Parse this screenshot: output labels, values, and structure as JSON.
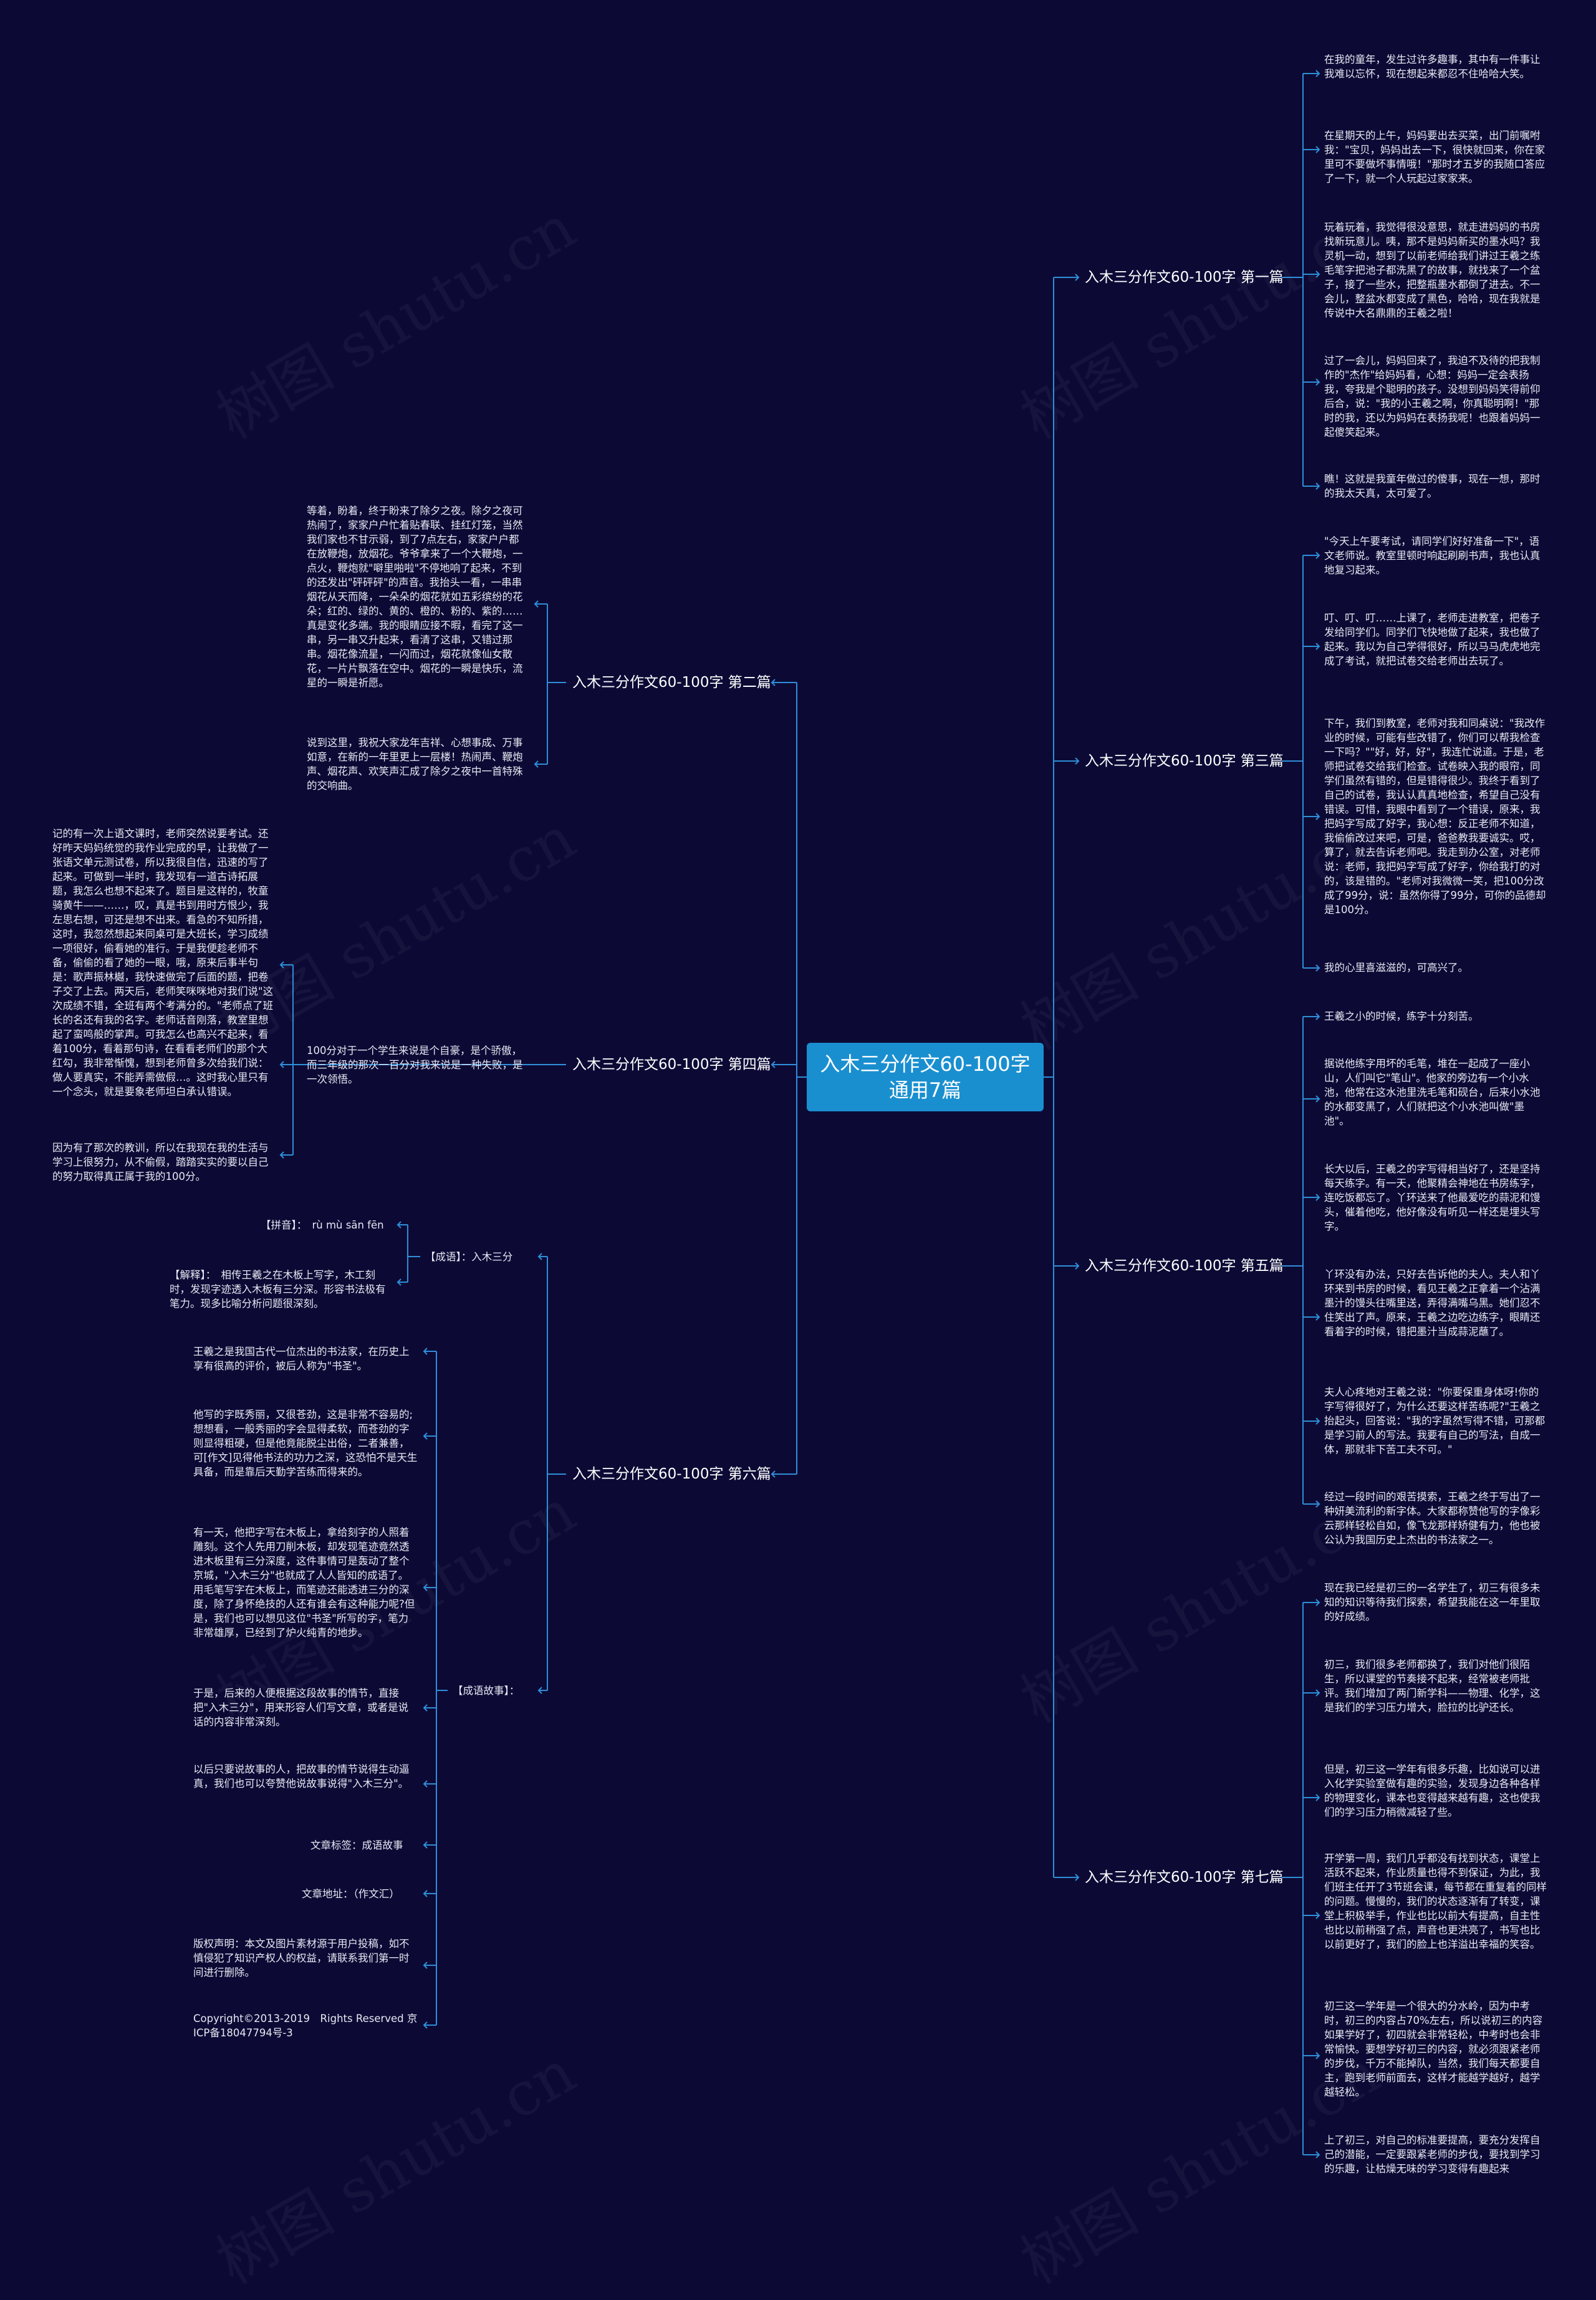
{
  "root": {
    "title": "入木三分作文60-100字通用7篇"
  },
  "branches": [
    {
      "label": "入木三分作文60-100字 第一篇",
      "leaves": [
        "在我的童年，发生过许多趣事，其中有一件事让我难以忘怀，现在想起来都忍不住哈哈大笑。",
        "在星期天的上午，妈妈要出去买菜，出门前嘱咐我：\"宝贝，妈妈出去一下，很快就回来，你在家里可不要做坏事情哦！\"那时才五岁的我随口答应了一下，就一个人玩起过家家来。",
        "玩着玩着，我觉得很没意思，就走进妈妈的书房找新玩意儿。咦，那不是妈妈新买的墨水吗？我灵机一动，想到了以前老师给我们讲过王羲之练毛笔字把池子都洗黑了的故事，就找来了一个盆子，接了一些水，把整瓶墨水都倒了进去。不一会儿，整盆水都变成了黑色，哈哈，现在我就是传说中大名鼎鼎的王羲之啦！",
        "过了一会儿，妈妈回来了，我迫不及待的把我制作的\"杰作\"给妈妈看，心想：妈妈一定会表扬我，夸我是个聪明的孩子。没想到妈妈笑得前仰后合，说：\"我的小王羲之啊，你真聪明啊！\"那时的我，还以为妈妈在表扬我呢！也跟着妈妈一起傻笑起来。",
        "瞧！这就是我童年做过的傻事，现在一想，那时的我太天真，太可爱了。"
      ]
    },
    {
      "label": "入木三分作文60-100字 第二篇",
      "leaves": [
        "等着，盼着，终于盼来了除夕之夜。除夕之夜可热闹了，家家户户忙着贴春联、挂红灯笼，当然我们家也不甘示弱，到了7点左右，家家户户都在放鞭炮，放烟花。爷爷拿来了一个大鞭炮，一点火，鞭炮就\"噼里啪啦\"不停地响了起来，不到的还发出\"砰砰砰\"的声音。我抬头一看，一串串烟花从天而降，一朵朵的烟花就如五彩缤纷的花朵；红的、绿的、黄的、橙的、粉的、紫的……真是变化多端。我的眼睛应接不暇，看完了这一串，另一串又升起来，看清了这串，又错过那串。烟花像流星，一闪而过，烟花就像仙女散花，一片片飘落在空中。烟花的一瞬是快乐，流星的一瞬是祈愿。",
        "说到这里，我祝大家龙年吉祥、心想事成、万事如意，在新的一年里更上一层楼！热闹声、鞭炮声、烟花声、欢笑声汇成了除夕之夜中一首特殊的交响曲。"
      ]
    },
    {
      "label": "入木三分作文60-100字 第三篇",
      "leaves": [
        "\"今天上午要考试，请同学们好好准备一下\"，语文老师说。教室里顿时响起刷刷书声，我也认真地复习起来。",
        "叮、叮、叮……上课了，老师走进教室，把卷子发给同学们。同学们飞快地做了起来，我也做了起来。我以为自己学得很好，所以马马虎虎地完成了考试，就把试卷交给老师出去玩了。",
        "下午，我们到教室，老师对我和同桌说：\"我改作业的时候，可能有些改错了，你们可以帮我检查一下吗？\"\"好，好，好\"，我连忙说道。于是，老师把试卷交给我们检查。试卷映入我的眼帘，同学们虽然有错的，但是错得很少。我终于看到了自己的试卷，我认认真真地检查，希望自己没有错误。可惜，我眼中看到了一个错误，原来，我把妈字写成了好字，我心想：反正老师不知道，我偷偷改过来吧，可是，爸爸教我要诚实。哎，算了，就去告诉老师吧。我走到办公室，对老师说：老师，我把妈字写成了好字，你给我打的对的，该是错的。\"老师对我微微一笑，把100分改成了99分，说：虽然你得了99分，可你的品德却是100分。",
        "我的心里喜滋滋的，可高兴了。"
      ]
    },
    {
      "label": "入木三分作文60-100字 第四篇",
      "leaves": [
        "记的有一次上语文课时，老师突然说要考试。还好昨天妈妈统觉的我作业完成的早，让我做了一张语文单元测试卷，所以我很自信，迅速的写了起来。可做到一半时，我发现有一道古诗拓展题，我怎么也想不起来了。题目是这样的，牧童骑黄牛——……，叹，真是书到用时方恨少，我左思右想，可还是想不出来。看急的不知所措，这时，我忽然想起来同桌可是大班长，学习成绩一项很好，偷看她的准行。于是我便趁老师不备，偷偷的看了她的一眼，哦，原来后事半句是：歌声振林樾，我快速做完了后面的题，把卷子交了上去。两天后，老师笑咪咪地对我们说\"这次成绩不错，全班有两个考满分的。\"老师点了班长的名还有我的名字。老师话音刚落，教室里想起了蛮鸣般的掌声。可我怎么也高兴不起来，看着100分，看着那句诗，在看看老师们的那个大红勾，我非常惭愧，想到老师曾多次给我们说：做人要真实，不能弄需做假…。这时我心里只有一个念头，就是要象老师坦白承认错误。",
        "100分对于一个学生来说是个自豪，是个骄傲，而三年级的那次一百分对我来说是一种失败，是一次领悟。",
        "因为有了那次的教训，所以在我现在我的生活与学习上很努力，从不偷假，踏踏实实的要以自己的努力取得真正属于我的100分。"
      ]
    },
    {
      "label": "入木三分作文60-100字 第五篇",
      "leaves": [
        "王羲之小的时候，练字十分刻苦。",
        "据说他练字用坏的毛笔，堆在一起成了一座小山，人们叫它\"笔山\"。他家的旁边有一个小水池，他常在这水池里洗毛笔和砚台，后来小水池的水都变黑了，人们就把这个小水池叫做\"墨池\"。",
        "长大以后，王羲之的字写得相当好了，还是坚持每天练字。有一天，他聚精会神地在书房练字，连吃饭都忘了。丫环送来了他最爱吃的蒜泥和馒头，催着他吃，他好像没有听见一样还是埋头写字。",
        "丫环没有办法，只好去告诉他的夫人。夫人和丫环来到书房的时候，看见王羲之正拿着一个沾满墨汁的馒头往嘴里送，弄得满嘴乌黑。她们忍不住笑出了声。原来，王羲之边吃边练字，眼睛还看着字的时候，错把墨汁当成蒜泥蘸了。",
        "夫人心疼地对王羲之说：\"你要保重身体呀!你的字写得很好了，为什么还要这样苦练呢?\"王羲之抬起头，回答说：\"我的字虽然写得不错，可那都是学习前人的写法。我要有自己的写法，自成一体，那就非下苦工夫不可。\"",
        "经过一段时间的艰苦摸索，王羲之终于写出了一种妍美流利的新字体。大家都称赞他写的字像彩云那样轻松自如，像飞龙那样矫健有力，他也被公认为我国历史上杰出的书法家之一。"
      ]
    },
    {
      "label": "入木三分作文60-100字 第六篇",
      "groups": [
        {
          "label": "【成语】：入木三分",
          "items": [
            "【拼音】：　rù mù sān fēn",
            "【解释】：　相传王羲之在木板上写字，木工刻时，发现字迹透入木板有三分深。形容书法极有笔力。现多比喻分析问题很深刻。"
          ]
        },
        {
          "label": "【成语故事】：",
          "items": [
            "王羲之是我国古代一位杰出的书法家，在历史上享有很高的评价，被后人称为\"书圣\"。",
            "他写的字既秀丽，又很苍劲，这是非常不容易的;想想看，一般秀丽的字会显得柔软，而苍劲的字则显得粗硬，但是他竟能脱尘出俗，二者兼善，可[作文]见得他书法的功力之深，这恐怕不是天生具备，而是靠后天勤学苦练而得来的。",
            "有一天，他把字写在木板上，拿给刻字的人照着雕刻。这个人先用刀削木板，却发现笔迹竟然透进木板里有三分深度，这件事情可是轰动了整个京城，\"入木三分\"也就成了人人皆知的成语了。用毛笔写字在木板上，而笔迹还能透进三分的深度，除了身怀绝技的人还有谁会有这种能力呢?但是，我们也可以想见这位\"书圣\"所写的字，笔力非常雄厚，已经到了炉火纯青的地步。",
            "于是，后来的人便根据这段故事的情节，直接把\"入木三分\"，用来形容人们写文章，或者是说话的内容非常深刻。",
            "以后只要说故事的人，把故事的情节说得生动逼真，我们也可以夸赞他说故事说得\"入木三分\"。",
            "文章标签：成语故事",
            "文章地址：（作文汇）",
            "版权声明：本文及图片素材源于用户投稿，如不慎侵犯了知识产权人的权益，请联系我们第一时间进行删除。",
            "Copyright©2013-2019　Rights Reserved 京ICP备18047794号-3"
          ]
        }
      ]
    },
    {
      "label": "入木三分作文60-100字 第七篇",
      "leaves": [
        "现在我已经是初三的一名学生了，初三有很多未知的知识等待我们探索，希望我能在这一年里取的好成绩。",
        "初三，我们很多老师都换了，我们对他们很陌生，所以课堂的节奏接不起来，经常被老师批评。我们增加了两门新学科——物理、化学，这是我们的学习压力增大，脸拉的比驴还长。",
        "但是，初三这一学年有很多乐趣，比如说可以进入化学实验室做有趣的实验，发现身边各种各样的物理变化，课本也变得越来越有趣，这也使我们的学习压力稍微减轻了些。",
        "开学第一周，我们几乎都没有找到状态，课堂上活跃不起来，作业质量也得不到保证，为此，我们班主任开了3节班会课，每节都在重复着的同样的问题。慢慢的，我们的状态逐渐有了转变，课堂上积极举手，作业也比以前大有提高，自主性也比以前稍强了点，声音也更洪亮了，书写也比以前更好了，我们的脸上也洋溢出幸福的笑容。",
        "初三这一学年是一个很大的分水岭，因为中考时，初三的内容占70%左右，所以说初三的内容如果学好了，初四就会非常轻松，中考时也会非常愉快。要想学好初三的内容，就必须跟紧老师的步伐，千万不能掉队，当然，我们每天都要自主，跑到老师前面去，这样才能越学越好，越学越轻松。",
        "上了初三，对自己的标准要提高，要充分发挥自己的潜能，一定要跟紧老师的步伐，要找到学习的乐趣，让枯燥无味的学习变得有趣起来"
      ]
    }
  ],
  "watermark": "树图 shutu.cn",
  "colors": {
    "background": "#0c0a35",
    "root": "#1a8fd0",
    "line": "#2e8fd8"
  }
}
